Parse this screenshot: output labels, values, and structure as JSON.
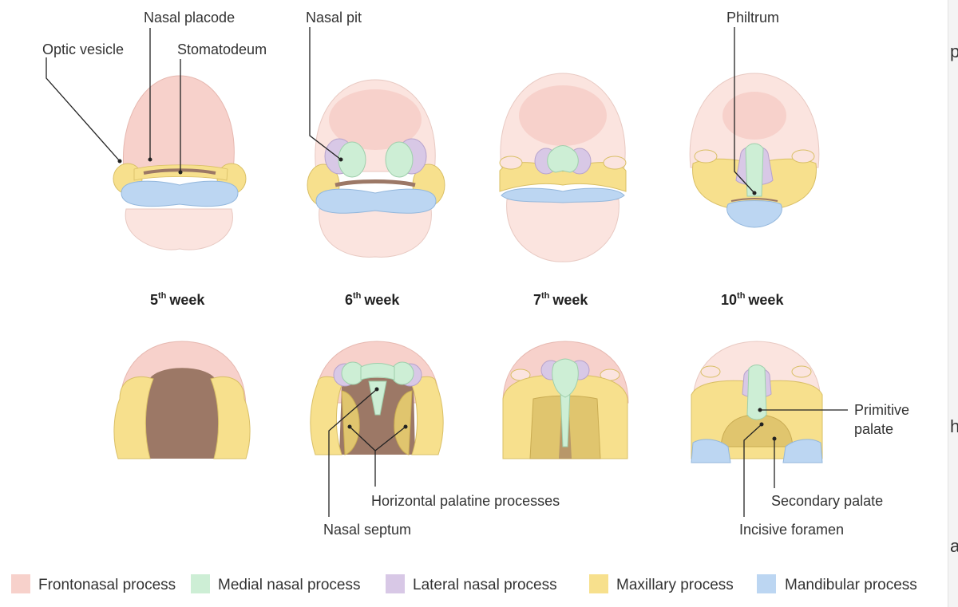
{
  "colors": {
    "frontonasal": "#f7d1cb",
    "medial_nasal": "#cdeed5",
    "lateral_nasal": "#d8c8e6",
    "maxillary": "#f7e08d",
    "mandibular": "#bcd6f2",
    "head_base": "#fbe4df",
    "oral_cavity": "#9c7866",
    "palate_shadow": "#e0c56e"
  },
  "labels": {
    "nasal_placode": "Nasal placode",
    "optic_vesicle": "Optic vesicle",
    "stomatodeum": "Stomatodeum",
    "nasal_pit": "Nasal pit",
    "philtrum": "Philtrum",
    "horizontal_palatine": "Horizontal palatine processes",
    "nasal_septum": "Nasal septum",
    "primitive_palate_1": "Primitive",
    "primitive_palate_2": "palate",
    "secondary_palate": "Secondary palate",
    "incisive_foramen": "Incisive foramen"
  },
  "weeks": [
    {
      "num": "5",
      "sup": "th",
      "word": "week"
    },
    {
      "num": "6",
      "sup": "th",
      "word": "week"
    },
    {
      "num": "7",
      "sup": "th",
      "word": "week"
    },
    {
      "num": "10",
      "sup": "th",
      "word": "week"
    }
  ],
  "legend": [
    {
      "label": "Frontonasal process",
      "color": "#f7d1cb"
    },
    {
      "label": "Medial nasal process",
      "color": "#cdeed5"
    },
    {
      "label": "Lateral nasal process",
      "color": "#d8c8e6"
    },
    {
      "label": "Maxillary process",
      "color": "#f7e08d"
    },
    {
      "label": "Mandibular process",
      "color": "#bcd6f2"
    }
  ],
  "edge_text": [
    "p",
    "h",
    "a"
  ]
}
